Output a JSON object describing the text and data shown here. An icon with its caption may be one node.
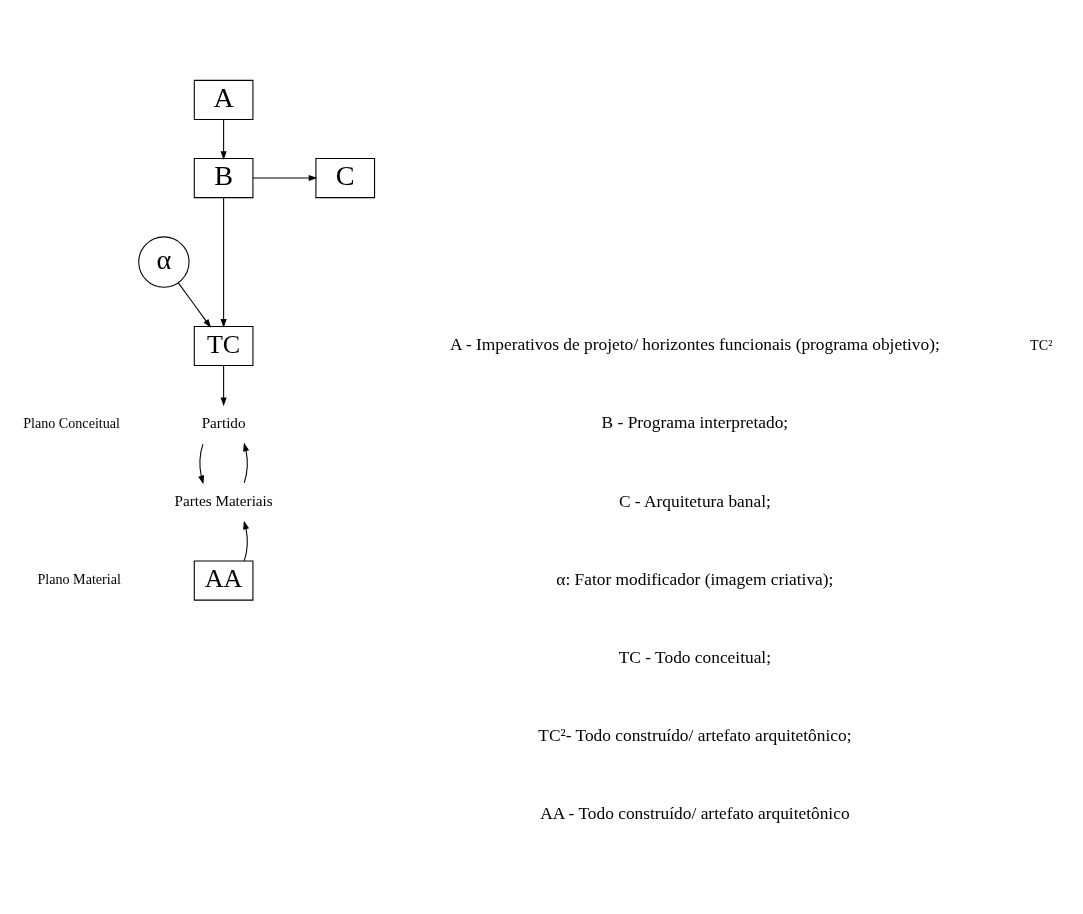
{
  "diagram": {
    "nodes": [
      {
        "text": [
          "A"
        ]
      },
      {
        "text": [
          "B"
        ]
      },
      {
        "text": [
          "C"
        ]
      },
      {
        "text": [
          "α"
        ]
      },
      {
        "text": [
          "TC"
        ]
      },
      {
        "text": [
          "Partido"
        ]
      },
      {
        "text": [
          "Partes Materiais"
        ]
      },
      {
        "text": [
          "AA"
        ]
      }
    ],
    "edges": [
      {
        "from": 0,
        "to": 1,
        "arrow": "to"
      },
      {
        "from": 1,
        "to": 2,
        "arrow": "to"
      },
      {
        "from": 1,
        "to": 4,
        "arrow": "to"
      },
      {
        "from": 3,
        "to": 4,
        "arrow": "to"
      },
      {
        "from": 4,
        "to": 5,
        "arrow": "to"
      },
      {
        "from": 5,
        "to": 6,
        "arrow": "to"
      },
      {
        "from": 6,
        "to": 5,
        "arrow": "to"
      },
      {
        "from": 7,
        "to": 6,
        "arrow": "to"
      }
    ],
    "labels": [
      "TC²",
      "Plano Conceitual",
      "Plano Material",
      "A - Imperativos de projeto/ horizontes funcionais (programa objetivo);",
      "B - Programa interpretado;",
      "C - Arquitetura banal;",
      "α: Fator modificador (imagem criativa);",
      "TC - Todo conceitual;",
      "TC²- Todo construído/ artefato arquitetônico;",
      "AA - Todo construído/ artefato arquitetônico"
    ]
  }
}
